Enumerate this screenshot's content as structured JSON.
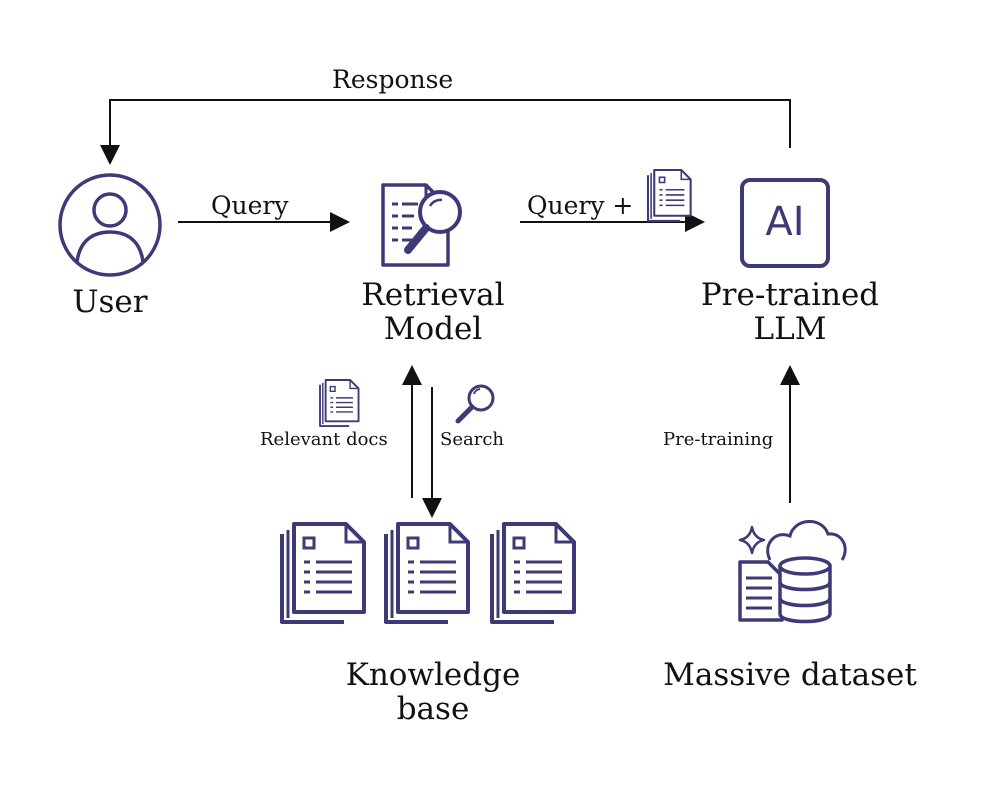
{
  "colors": {
    "accent": "#3d3a78",
    "line": "#111111"
  },
  "edges": {
    "response": "Response",
    "query": "Query",
    "query_plus": "Query +",
    "relevant_docs": "Relevant docs",
    "search": "Search",
    "pretraining": "Pre-training"
  },
  "nodes": {
    "user": "User",
    "retrieval_line1": "Retrieval",
    "retrieval_line2": "Model",
    "llm_line1": "Pre-trained",
    "llm_line2": "LLM",
    "kb_line1": "Knowledge",
    "kb_line2": "base",
    "dataset": "Massive dataset",
    "ai_icon_text": "AI"
  },
  "icons": [
    "user-icon",
    "document-search-icon",
    "document-icon",
    "ai-chip-icon",
    "magnifier-icon",
    "database-cloud-icon"
  ]
}
